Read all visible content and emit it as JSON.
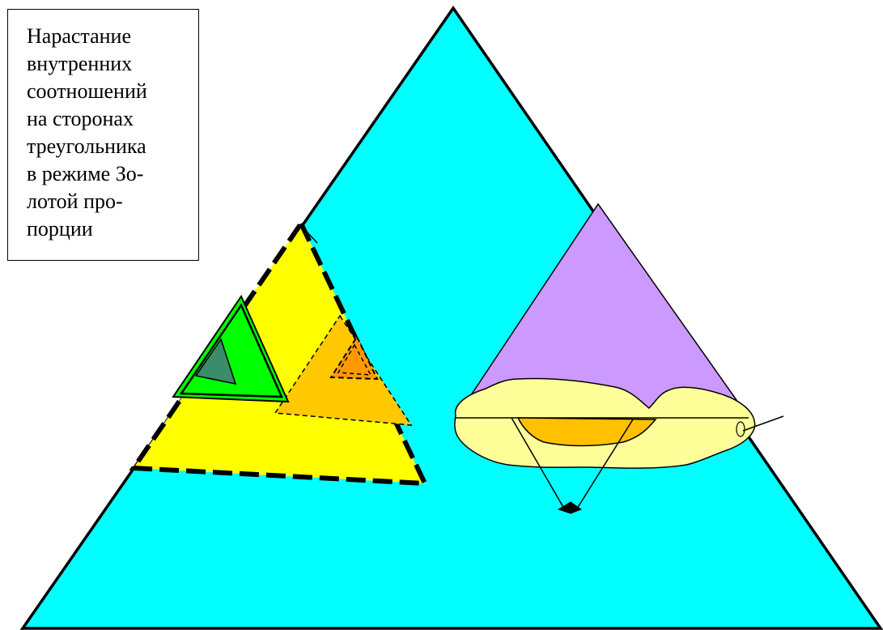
{
  "caption": {
    "lines": [
      "Нарастание",
      "внутренних",
      "соотношений",
      "на сторонах",
      "треугольника",
      "в режиме Зо-",
      "лотой про-",
      "порции"
    ]
  },
  "colors": {
    "outer_triangle": "#00FFFF",
    "yellow_triangle": "#FFFF00",
    "green_triangle": "#00FF00",
    "dark_green_triangle": "#3A8C6A",
    "gold_triangle": "#FFC800",
    "orange_triangle": "#FF9900",
    "violet_triangle": "#CC99FF",
    "pale_yellow_blob": "#FFFF99",
    "orange_blob": "#FFC000",
    "stroke": "#000000"
  }
}
